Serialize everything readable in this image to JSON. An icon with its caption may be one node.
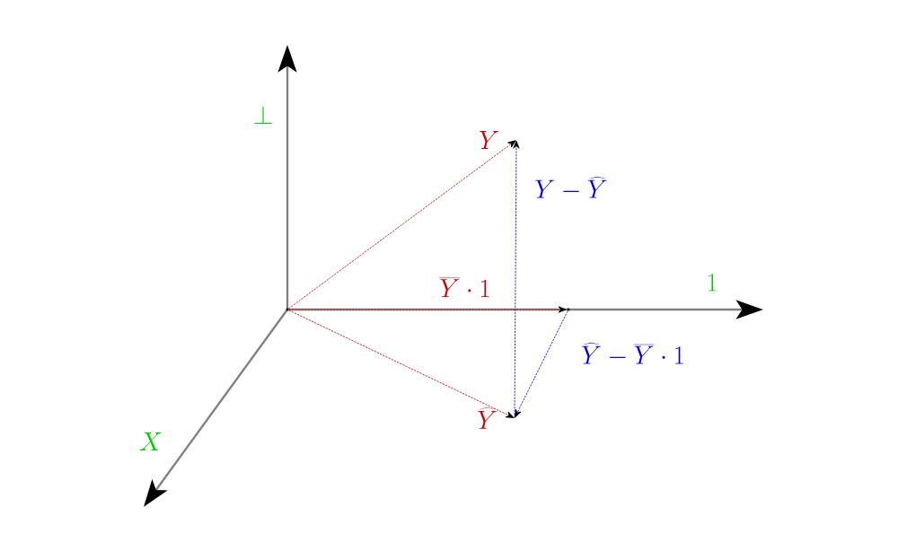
{
  "diagram": {
    "nodes": [
      {
        "text": [],
        "shape": "circle"
      },
      {
        "text": [
          "Y"
        ]
      },
      {
        "text": [
          "\\widehat{Y}"
        ]
      },
      {
        "text": [],
        "shape": "circle"
      }
    ],
    "edges": [
      {
        "from": 0,
        "to": 1,
        "arrow": "to",
        "style": "dashed",
        "color": "#cc0000"
      },
      {
        "from": 0,
        "to": 2,
        "arrow": "to",
        "style": "dashed",
        "color": "#cc0000"
      },
      {
        "from": 0,
        "to": 3,
        "arrow": "to",
        "style": "dashed",
        "color": "#cc0000",
        "label": "\\overline{Y}\\cdot 1"
      },
      {
        "from": 2,
        "to": 1,
        "arrow": "to",
        "style": "dashed",
        "color": "#0000ee",
        "label": "Y-\\widehat{Y}"
      },
      {
        "from": 3,
        "to": 2,
        "arrow": "to",
        "style": "dashed",
        "color": "#0000ee",
        "label": "\\widehat{Y}-\\overline{Y}\\cdot 1"
      }
    ],
    "labels": [
      "\\perp",
      "1",
      "X"
    ]
  }
}
